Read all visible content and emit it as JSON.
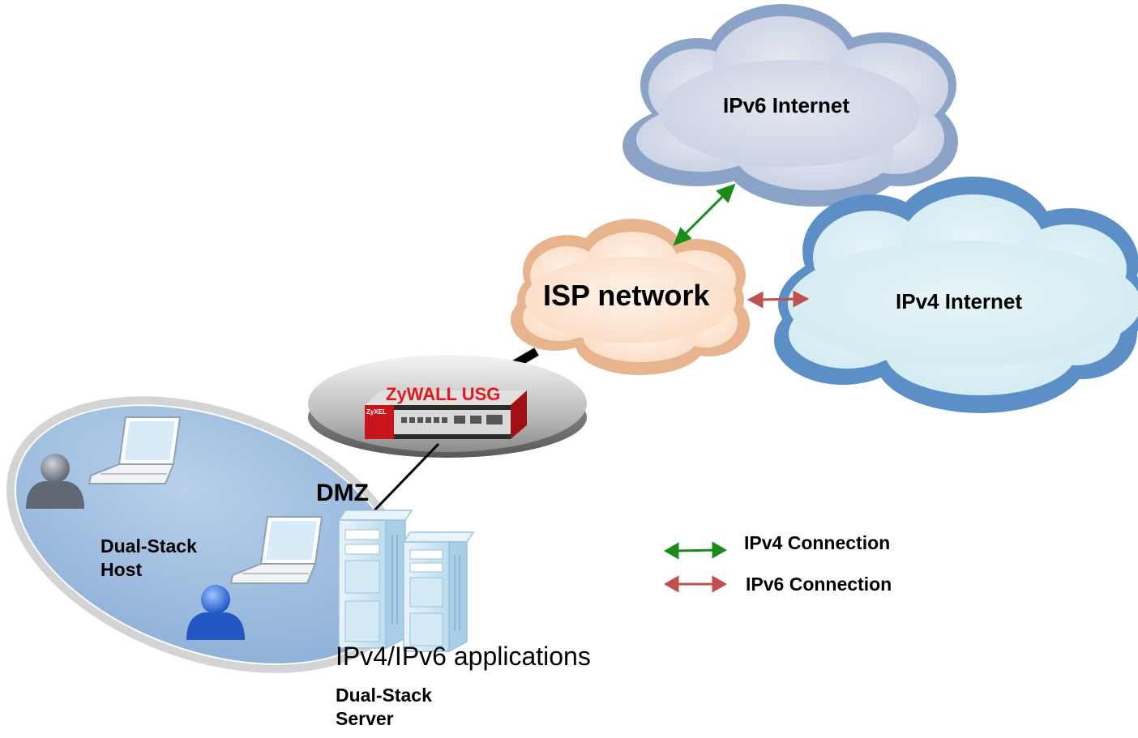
{
  "clouds": {
    "ipv6_internet": "IPv6 Internet",
    "ipv4_internet": "IPv4 Internet",
    "isp_network": "ISP network"
  },
  "device": {
    "name": "ZyWALL USG",
    "brand": "ZyXEL",
    "color": "#e8161b"
  },
  "zones": {
    "dmz": "DMZ",
    "host_line1": "Dual-Stack",
    "host_line2": "Host",
    "apps": "IPv4/IPv6 applications",
    "server_line1": "Dual-Stack",
    "server_line2": "Server"
  },
  "legend": {
    "items": [
      {
        "label": "IPv4 Connection",
        "color": "#1a8c1a"
      },
      {
        "label": "IPv6 Connection",
        "color": "#c0504d"
      }
    ]
  },
  "icons": [
    "user-icon",
    "laptop-icon",
    "server-icon",
    "cloud-icon",
    "router-icon",
    "double-arrow-icon"
  ]
}
